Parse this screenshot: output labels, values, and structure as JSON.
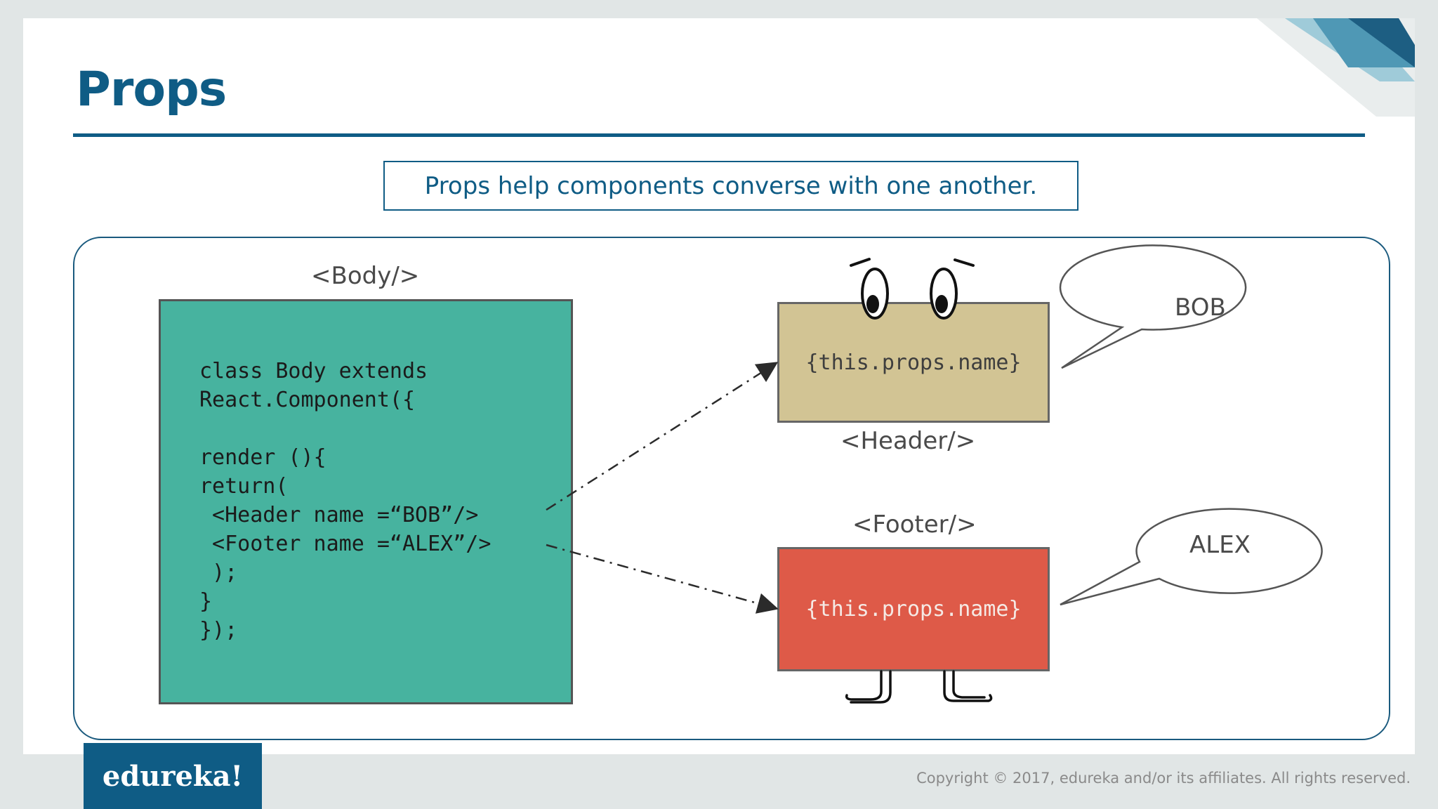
{
  "slide": {
    "title": "Props",
    "tagline": "Props help components converse with one another."
  },
  "diagram": {
    "body_label": "<Body/>",
    "body_code": [
      "class Body extends",
      "React.Component({",
      "",
      "render (){",
      "return(",
      " <Header name =“BOB”/>",
      " <Footer name =“ALEX”/>",
      " );",
      "}",
      "});"
    ],
    "header_label": "<Header/>",
    "header_content": "{this.props.name}",
    "footer_label": "<Footer/>",
    "footer_content": "{this.props.name}",
    "bubble_top": "BOB",
    "bubble_bottom": "ALEX"
  },
  "branding": {
    "logo": "edureka!",
    "copyright": "Copyright © 2017, edureka and/or its affiliates. All rights reserved."
  },
  "colors": {
    "brand": "#0f5c85",
    "body_box": "#47b39f",
    "header_box": "#d2c494",
    "footer_box": "#de5a48"
  }
}
